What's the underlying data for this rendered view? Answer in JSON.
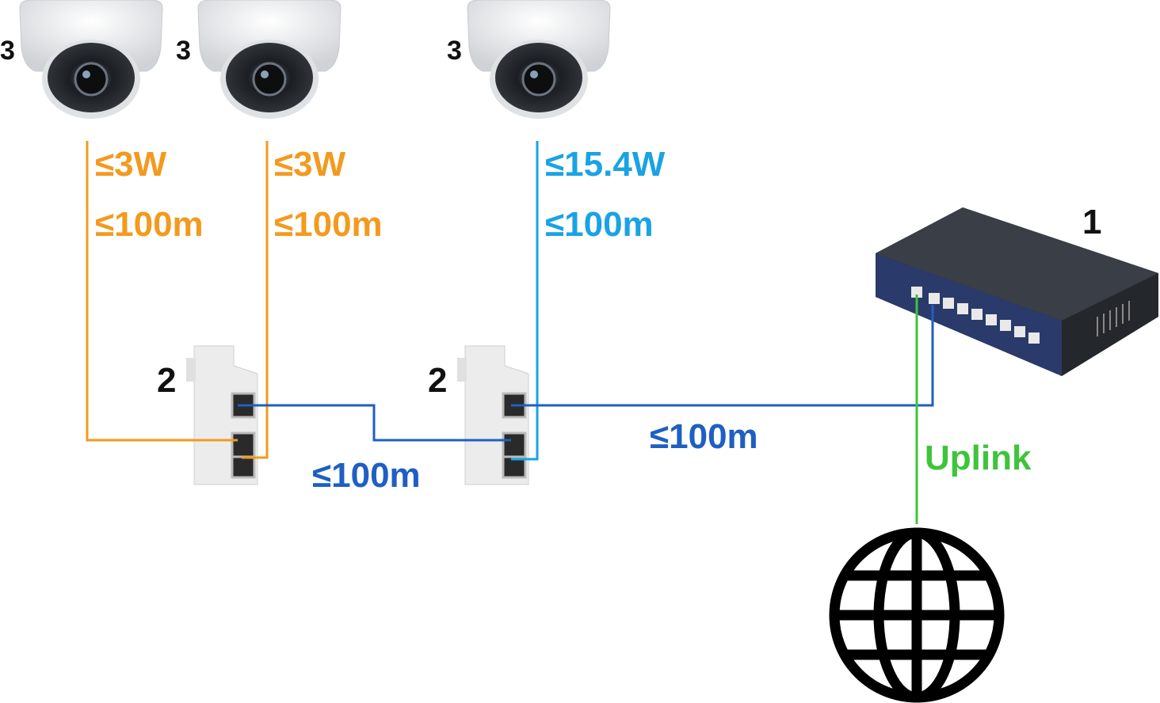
{
  "colors": {
    "orange": "#f39a1e",
    "light_blue": "#1aa3e3",
    "dark_blue": "#1f5fc4",
    "green": "#3ec43a",
    "black": "#111111"
  },
  "devices": {
    "switch": {
      "number": "1",
      "icon": "poe-switch-icon"
    },
    "splitters": [
      {
        "number": "2",
        "icon": "poe-extender-icon"
      },
      {
        "number": "2",
        "icon": "poe-extender-icon"
      }
    ],
    "cameras": [
      {
        "number": "3",
        "icon": "dome-camera-icon"
      },
      {
        "number": "3",
        "icon": "dome-camera-icon"
      },
      {
        "number": "3",
        "icon": "dome-camera-icon"
      }
    ],
    "internet": {
      "icon": "globe-icon"
    }
  },
  "links": {
    "cam1": {
      "power": "≤3W",
      "distance": "≤100m"
    },
    "cam2": {
      "power": "≤3W",
      "distance": "≤100m"
    },
    "cam3": {
      "power": "≤15.4W",
      "distance": "≤100m"
    },
    "splitter_to_splitter": {
      "distance": "≤100m"
    },
    "switch_to_splitter": {
      "distance": "≤100m"
    },
    "uplink": {
      "label": "Uplink"
    }
  }
}
